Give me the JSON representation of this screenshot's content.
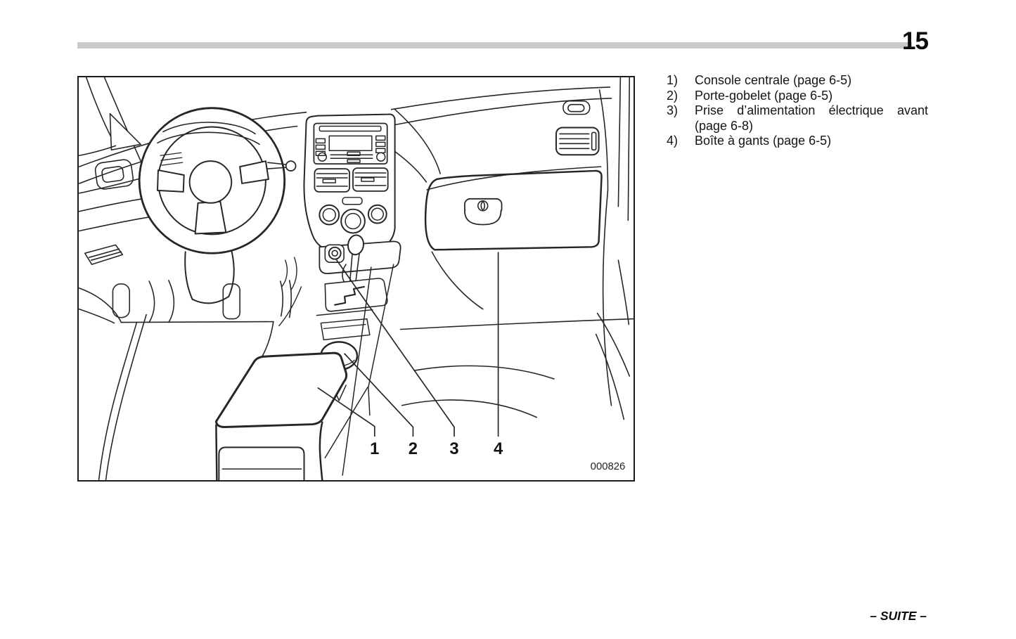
{
  "page": {
    "number": "15",
    "footer_text": "– SUITE –"
  },
  "figure": {
    "description": "line-drawing-of-dashboard-and-center-console",
    "image_code": "000826",
    "callout_labels": [
      "1",
      "2",
      "3",
      "4"
    ]
  },
  "legend": {
    "items": [
      {
        "marker": "1)",
        "label": "Console centrale (page 6-5)"
      },
      {
        "marker": "2)",
        "label": "Porte-gobelet (page 6-5)"
      },
      {
        "marker": "3)",
        "label": "Prise d’alimentation électrique avant (page 6-8)"
      },
      {
        "marker": "4)",
        "label": "Boîte à gants (page 6-5)"
      }
    ]
  },
  "colors": {
    "background": "#ffffff",
    "ink": "#262626",
    "header_bar": "#c9c9c9"
  }
}
